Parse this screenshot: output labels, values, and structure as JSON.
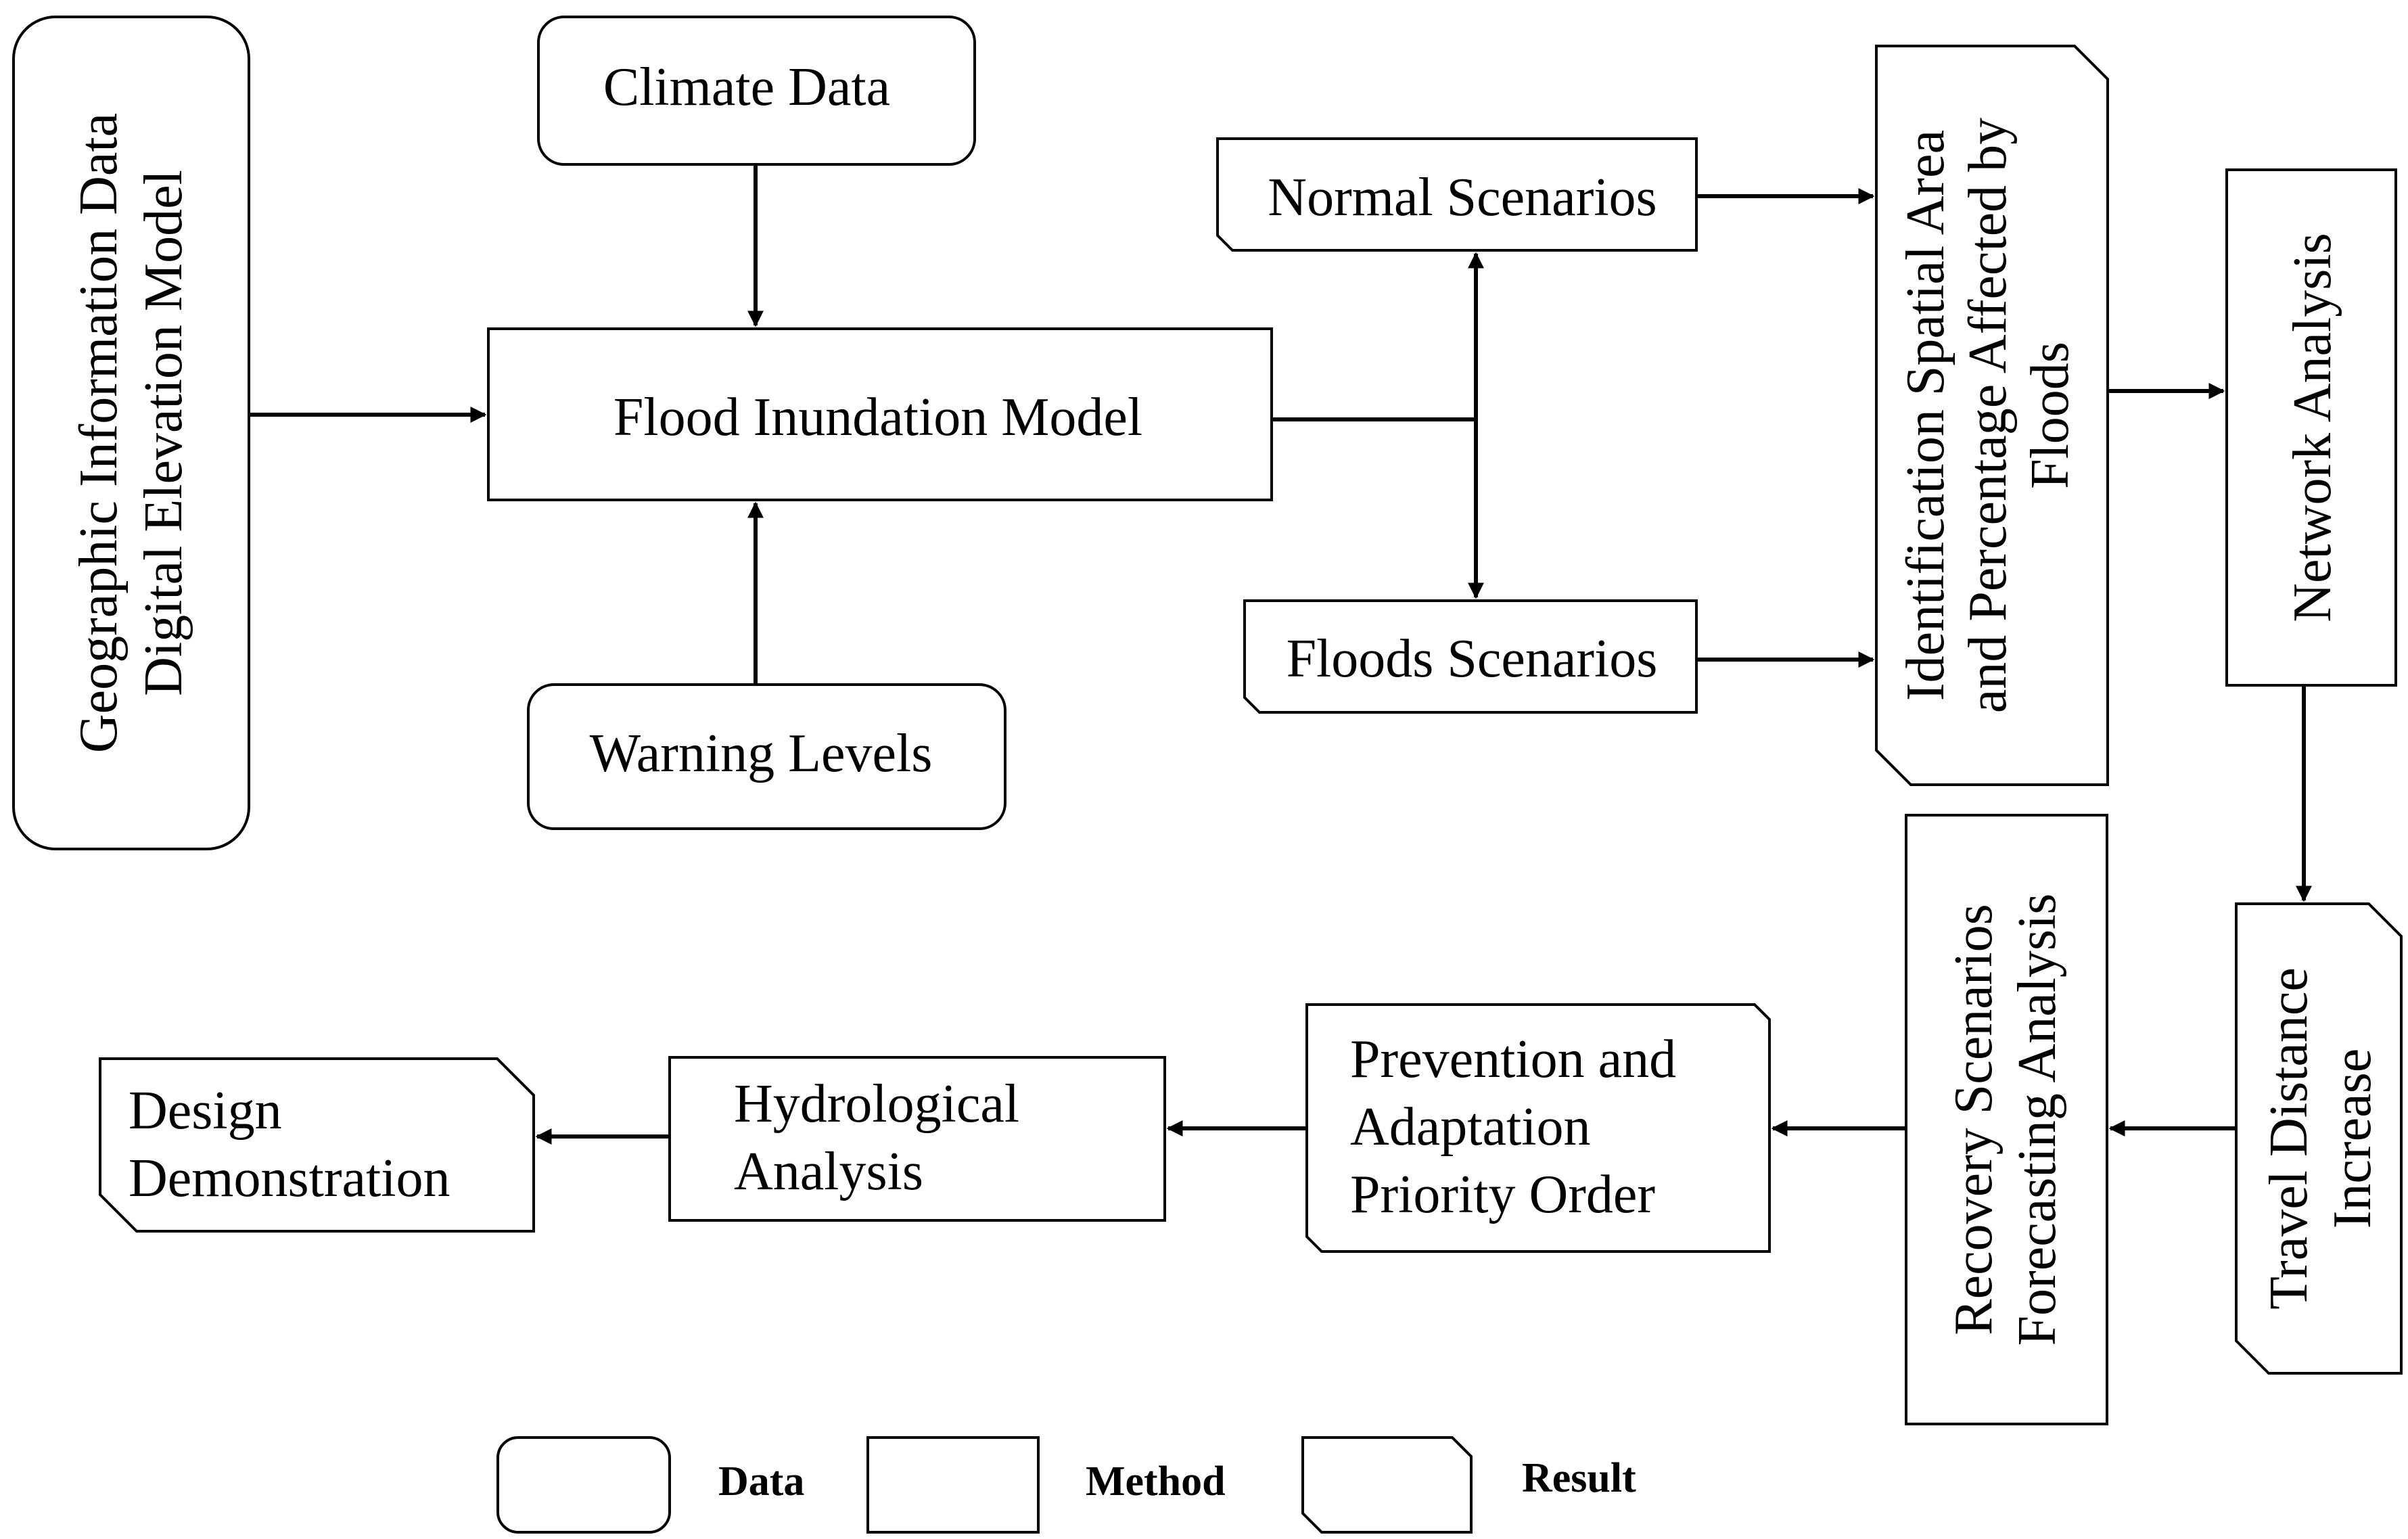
{
  "nodes": {
    "geo": {
      "kind": "data",
      "lines": [
        "Geographic Information Data",
        "Digital Elevation Model"
      ]
    },
    "climate": {
      "kind": "data",
      "lines": [
        "Climate Data"
      ]
    },
    "warning": {
      "kind": "data",
      "lines": [
        "Warning Levels"
      ]
    },
    "flood_model": {
      "kind": "method",
      "lines": [
        "Flood Inundation Model"
      ]
    },
    "normal": {
      "kind": "result",
      "lines": [
        "Normal Scenarios"
      ]
    },
    "floods": {
      "kind": "result",
      "lines": [
        "Floods Scenarios"
      ]
    },
    "identification": {
      "kind": "result",
      "lines": [
        "Identification Spatial Area",
        "and Percentage Affected by",
        "Floods"
      ]
    },
    "network": {
      "kind": "method",
      "lines": [
        "Network Analysis"
      ]
    },
    "travel": {
      "kind": "result",
      "lines": [
        "Travel Distance",
        "Increase"
      ]
    },
    "recovery": {
      "kind": "method",
      "lines": [
        "Recovery Scenarios",
        "Forecasting Analysis"
      ]
    },
    "prevention": {
      "kind": "result",
      "lines": [
        "Prevention and",
        "Adaptation",
        "Priority Order"
      ]
    },
    "hydrological": {
      "kind": "method",
      "lines": [
        "Hydrological",
        "Analysis"
      ]
    },
    "design": {
      "kind": "result",
      "lines": [
        "Design",
        "Demonstration"
      ]
    }
  },
  "edges": [
    {
      "from": "geo",
      "to": "flood_model"
    },
    {
      "from": "climate",
      "to": "flood_model"
    },
    {
      "from": "warning",
      "to": "flood_model"
    },
    {
      "from": "flood_model",
      "to": "normal"
    },
    {
      "from": "flood_model",
      "to": "floods"
    },
    {
      "from": "normal",
      "to": "identification"
    },
    {
      "from": "floods",
      "to": "identification"
    },
    {
      "from": "identification",
      "to": "network"
    },
    {
      "from": "network",
      "to": "travel"
    },
    {
      "from": "travel",
      "to": "recovery"
    },
    {
      "from": "recovery",
      "to": "prevention"
    },
    {
      "from": "prevention",
      "to": "hydrological"
    },
    {
      "from": "hydrological",
      "to": "design"
    }
  ],
  "legend": {
    "data": "Data",
    "method": "Method",
    "result": "Result"
  }
}
